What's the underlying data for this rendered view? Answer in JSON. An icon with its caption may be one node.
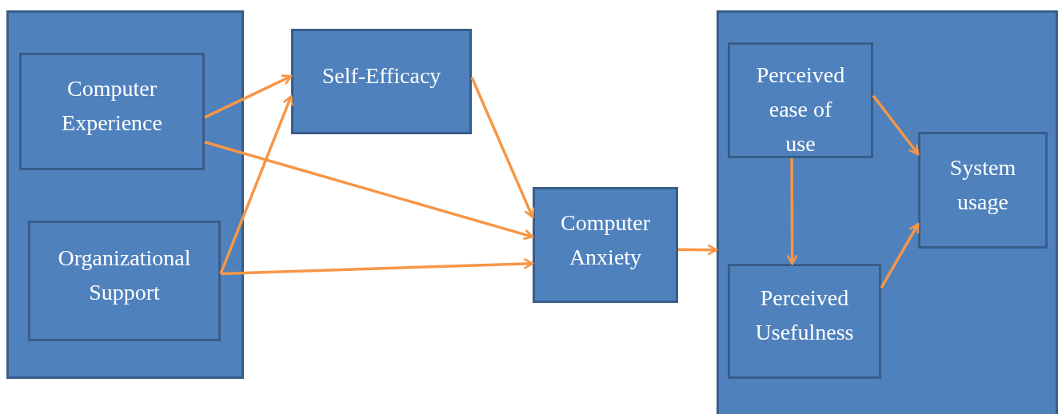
{
  "diagram": {
    "nodes": [
      {
        "text": [],
        "shape": "box"
      },
      {
        "text": [
          "Computer Experience"
        ],
        "in": 0
      },
      {
        "text": [
          "Organizational Support"
        ],
        "in": 0
      },
      {
        "text": [
          "Self-Efficacy"
        ]
      },
      {
        "text": [
          "Computer Anxiety"
        ]
      },
      {
        "text": [],
        "shape": "box"
      },
      {
        "text": [
          "Perceived ease of use"
        ],
        "in": 5
      },
      {
        "text": [
          "System usage"
        ],
        "in": 5
      },
      {
        "text": [
          "Perceived Usefulness"
        ],
        "in": 5
      }
    ],
    "edges": [
      {
        "from": 1,
        "to": 3,
        "arrow": "to"
      },
      {
        "from": 1,
        "to": 4,
        "arrow": "to"
      },
      {
        "from": 2,
        "to": 3,
        "arrow": "to"
      },
      {
        "from": 2,
        "to": 4,
        "arrow": "to"
      },
      {
        "from": 3,
        "to": 4,
        "arrow": "to"
      },
      {
        "from": 4,
        "to": 5,
        "arrow": "to"
      },
      {
        "from": 6,
        "to": 8,
        "arrow": "to"
      },
      {
        "from": 6,
        "to": 7,
        "arrow": "to"
      },
      {
        "from": 8,
        "to": 7,
        "arrow": "to"
      }
    ]
  }
}
